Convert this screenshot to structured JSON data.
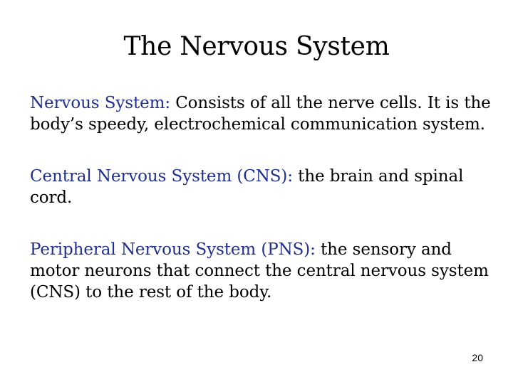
{
  "slide": {
    "title": "The Nervous System",
    "page_number": "20",
    "term_color": "#1f2f8f",
    "definitions": [
      {
        "term": "Nervous System:",
        "text": "Consists of all the nerve cells. It is the body’s speedy, electrochemical communication system."
      },
      {
        "term": "Central Nervous System (CNS):",
        "text": "the brain and spinal cord."
      },
      {
        "term": "Peripheral Nervous System (PNS):",
        "text": "the sensory and motor neurons that connect the central nervous system (CNS) to the rest of the body."
      }
    ]
  }
}
